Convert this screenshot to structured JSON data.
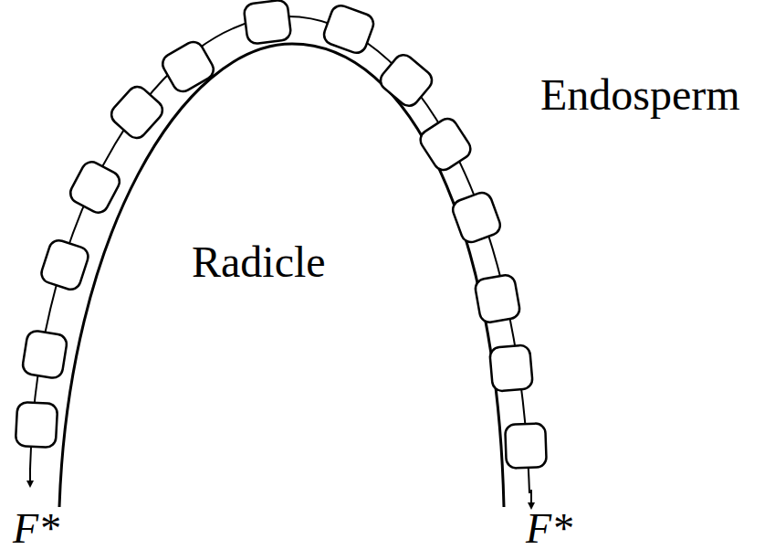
{
  "diagram": {
    "labels": [
      "Endosperm",
      "Radicle",
      "F*",
      "F*"
    ]
  }
}
